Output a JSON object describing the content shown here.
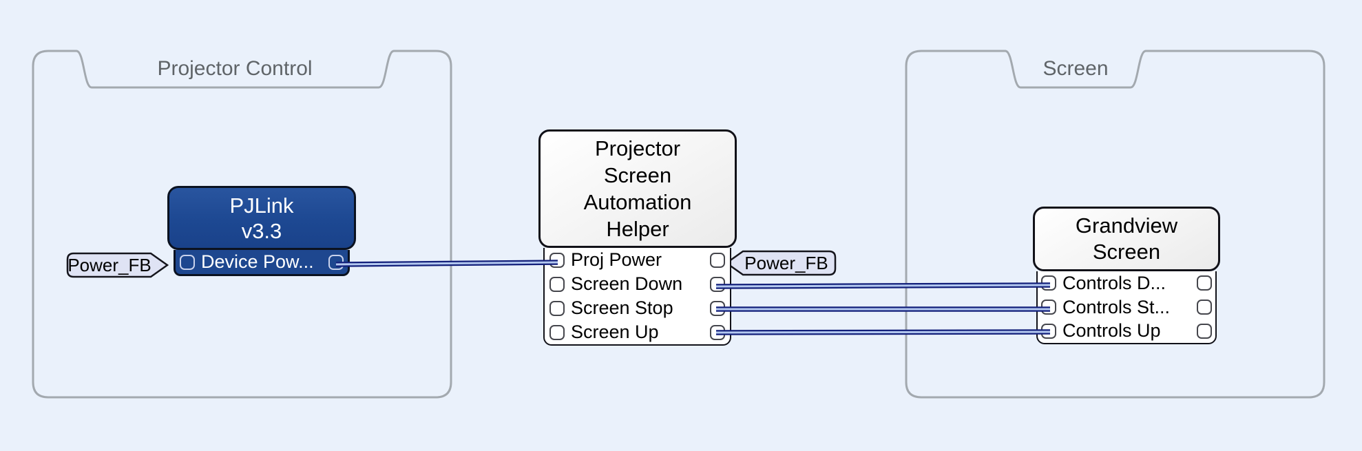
{
  "groups": [
    {
      "label": "Projector Control"
    },
    {
      "label": "Screen"
    }
  ],
  "nodes": {
    "pjlink": {
      "title_lines": [
        "PJLink",
        "v3.3"
      ],
      "pins": [
        {
          "label": "Device Pow..."
        }
      ]
    },
    "helper": {
      "title_lines": [
        "Projector",
        "Screen",
        "Automation",
        "Helper"
      ],
      "pins": [
        {
          "label": "Proj Power"
        },
        {
          "label": "Screen Down"
        },
        {
          "label": "Screen Stop"
        },
        {
          "label": "Screen Up"
        }
      ]
    },
    "grandview": {
      "title_lines": [
        "Grandview",
        "Screen"
      ],
      "pins": [
        {
          "label": "Controls D..."
        },
        {
          "label": "Controls St..."
        },
        {
          "label": "Controls Up"
        }
      ]
    }
  },
  "tags": {
    "pjlink_power_fb": {
      "label": "Power_FB"
    },
    "helper_power_fb": {
      "label": "Power_FB"
    }
  },
  "colors": {
    "background": "#eaf1fb",
    "group_border": "#a3a9af",
    "group_label": "#5f6468",
    "node_blue": "#1e478f",
    "node_blue_border": "#0b1220",
    "light_node_border": "#111118",
    "wire_dark": "#13207b",
    "wire_light": "#b4c9f0",
    "tag_fill": "#dfe3f4",
    "tag_border": "#15151c"
  }
}
